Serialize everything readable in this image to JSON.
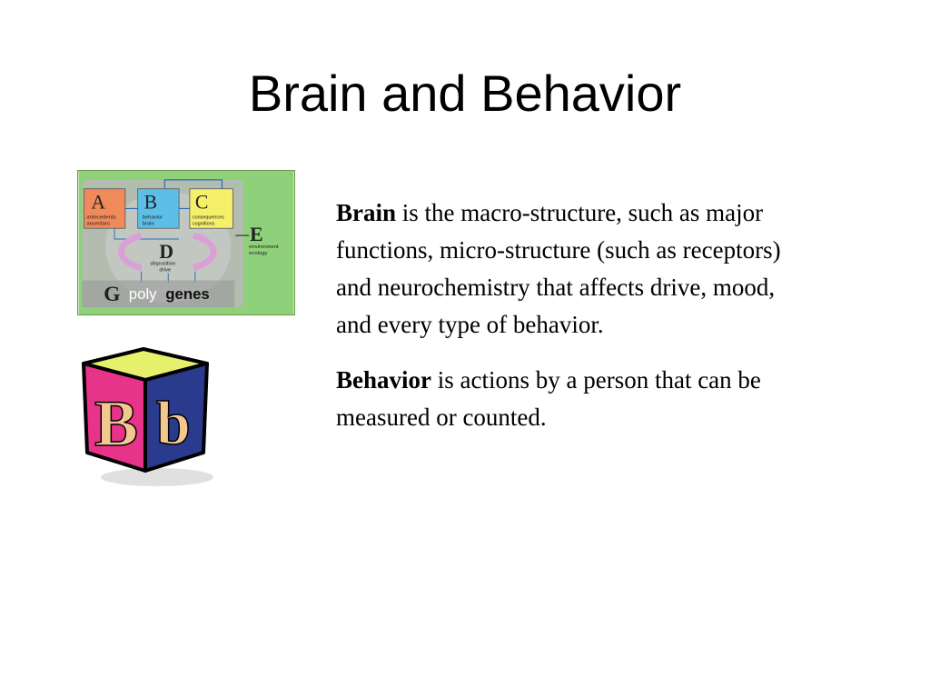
{
  "slide": {
    "title": "Brain and Behavior",
    "paragraphs": [
      {
        "term": "Brain",
        "text": " is the macro-structure, such as major functions, micro-structure (such as receptors) and neurochemistry that affects drive, mood, and every type of behavior."
      },
      {
        "term": "Behavior",
        "text": " is actions by a person that can be measured or counted."
      }
    ]
  },
  "diagram": {
    "box_a": {
      "letter": "A",
      "line1": "antecedents",
      "line2": "ancestors"
    },
    "box_b": {
      "letter": "B",
      "line1": "behavior",
      "line2": "brain"
    },
    "box_c": {
      "letter": "C",
      "line1": "consequences",
      "line2": "cognitions"
    },
    "d": {
      "letter": "D",
      "line1": "disposition",
      "line2": "drive"
    },
    "e": {
      "letter": "E",
      "line1": "environment",
      "line2": "ecology"
    },
    "g": {
      "letter": "G",
      "poly": "poly",
      "genes": "genes"
    },
    "colors": {
      "background": "#8fd07a",
      "box_a": "#f08a5a",
      "box_b": "#5bbfe8",
      "box_c": "#f6ef6a",
      "arrow": "#d9a0d8"
    }
  },
  "block": {
    "left_letter": "B",
    "right_letter": "b",
    "colors": {
      "top": "#e6f06a",
      "left": "#e8338a",
      "right": "#2a3a8c",
      "letter_fill": "#f2c890"
    }
  }
}
